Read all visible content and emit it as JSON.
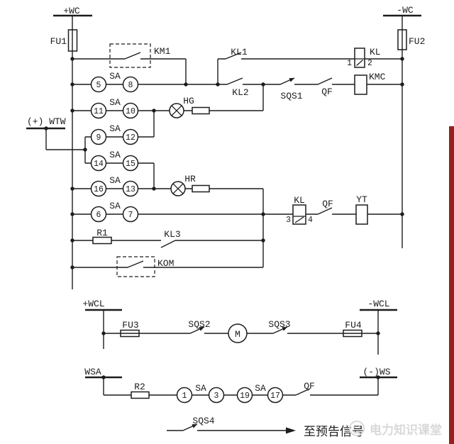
{
  "colors": {
    "background": "#ffffff",
    "line": "#1c1c1c",
    "accent_bar": "#96201d",
    "watermark": "#d9d9d9"
  },
  "labels": {
    "plus_wc": "+WC",
    "minus_wc": "-WC",
    "wtw": "(+) WTW",
    "fu1": "FU1",
    "fu2": "FU2",
    "fu3": "FU3",
    "fu4": "FU4",
    "km1": "KM1",
    "kom": "KOM",
    "kmc": "KMC",
    "kl": "KL",
    "kl1": "KL1",
    "kl2": "KL2",
    "kl3": "KL3",
    "sqs1": "SQS1",
    "sqs2": "SQS2",
    "sqs3": "SQS3",
    "sqs4": "SQS4",
    "qf": "QF",
    "sa": "SA",
    "hg": "HG",
    "hr": "HR",
    "yt": "YT",
    "m": "M",
    "r1": "R1",
    "r2": "R2",
    "t1": "1",
    "t2": "2",
    "t3": "3",
    "t4": "4",
    "plus_wcl": "+WCL",
    "minus_wcl": "-WCL",
    "wsa": "WSA",
    "ws": "(-)WS",
    "to_signal": "至预告信号"
  },
  "terminals": {
    "n5": "5",
    "n8": "8",
    "n11": "11",
    "n10": "10",
    "n9": "9",
    "n12": "12",
    "n14": "14",
    "n15": "15",
    "n16": "16",
    "n13": "13",
    "n6": "6",
    "n7": "7",
    "n1": "1",
    "n3": "3",
    "n19": "19",
    "n17": "17"
  },
  "watermark": {
    "brand": "电力知识课堂"
  }
}
